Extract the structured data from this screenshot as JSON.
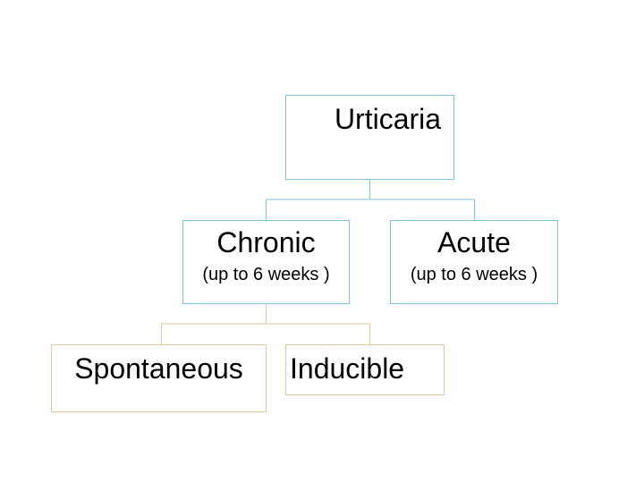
{
  "diagram": {
    "colors": {
      "top_border": "#7fc4d6",
      "bottom_border": "#e2c79d"
    },
    "nodes": {
      "urticaria": {
        "label": "Urticaria"
      },
      "chronic": {
        "label": "Chronic",
        "sublabel": "(up to 6 weeks )"
      },
      "acute": {
        "label": "Acute",
        "sublabel": "(up to 6 weeks )"
      },
      "spontaneous": {
        "label": "Spontaneous"
      },
      "inducible": {
        "label": "Inducible"
      }
    }
  }
}
